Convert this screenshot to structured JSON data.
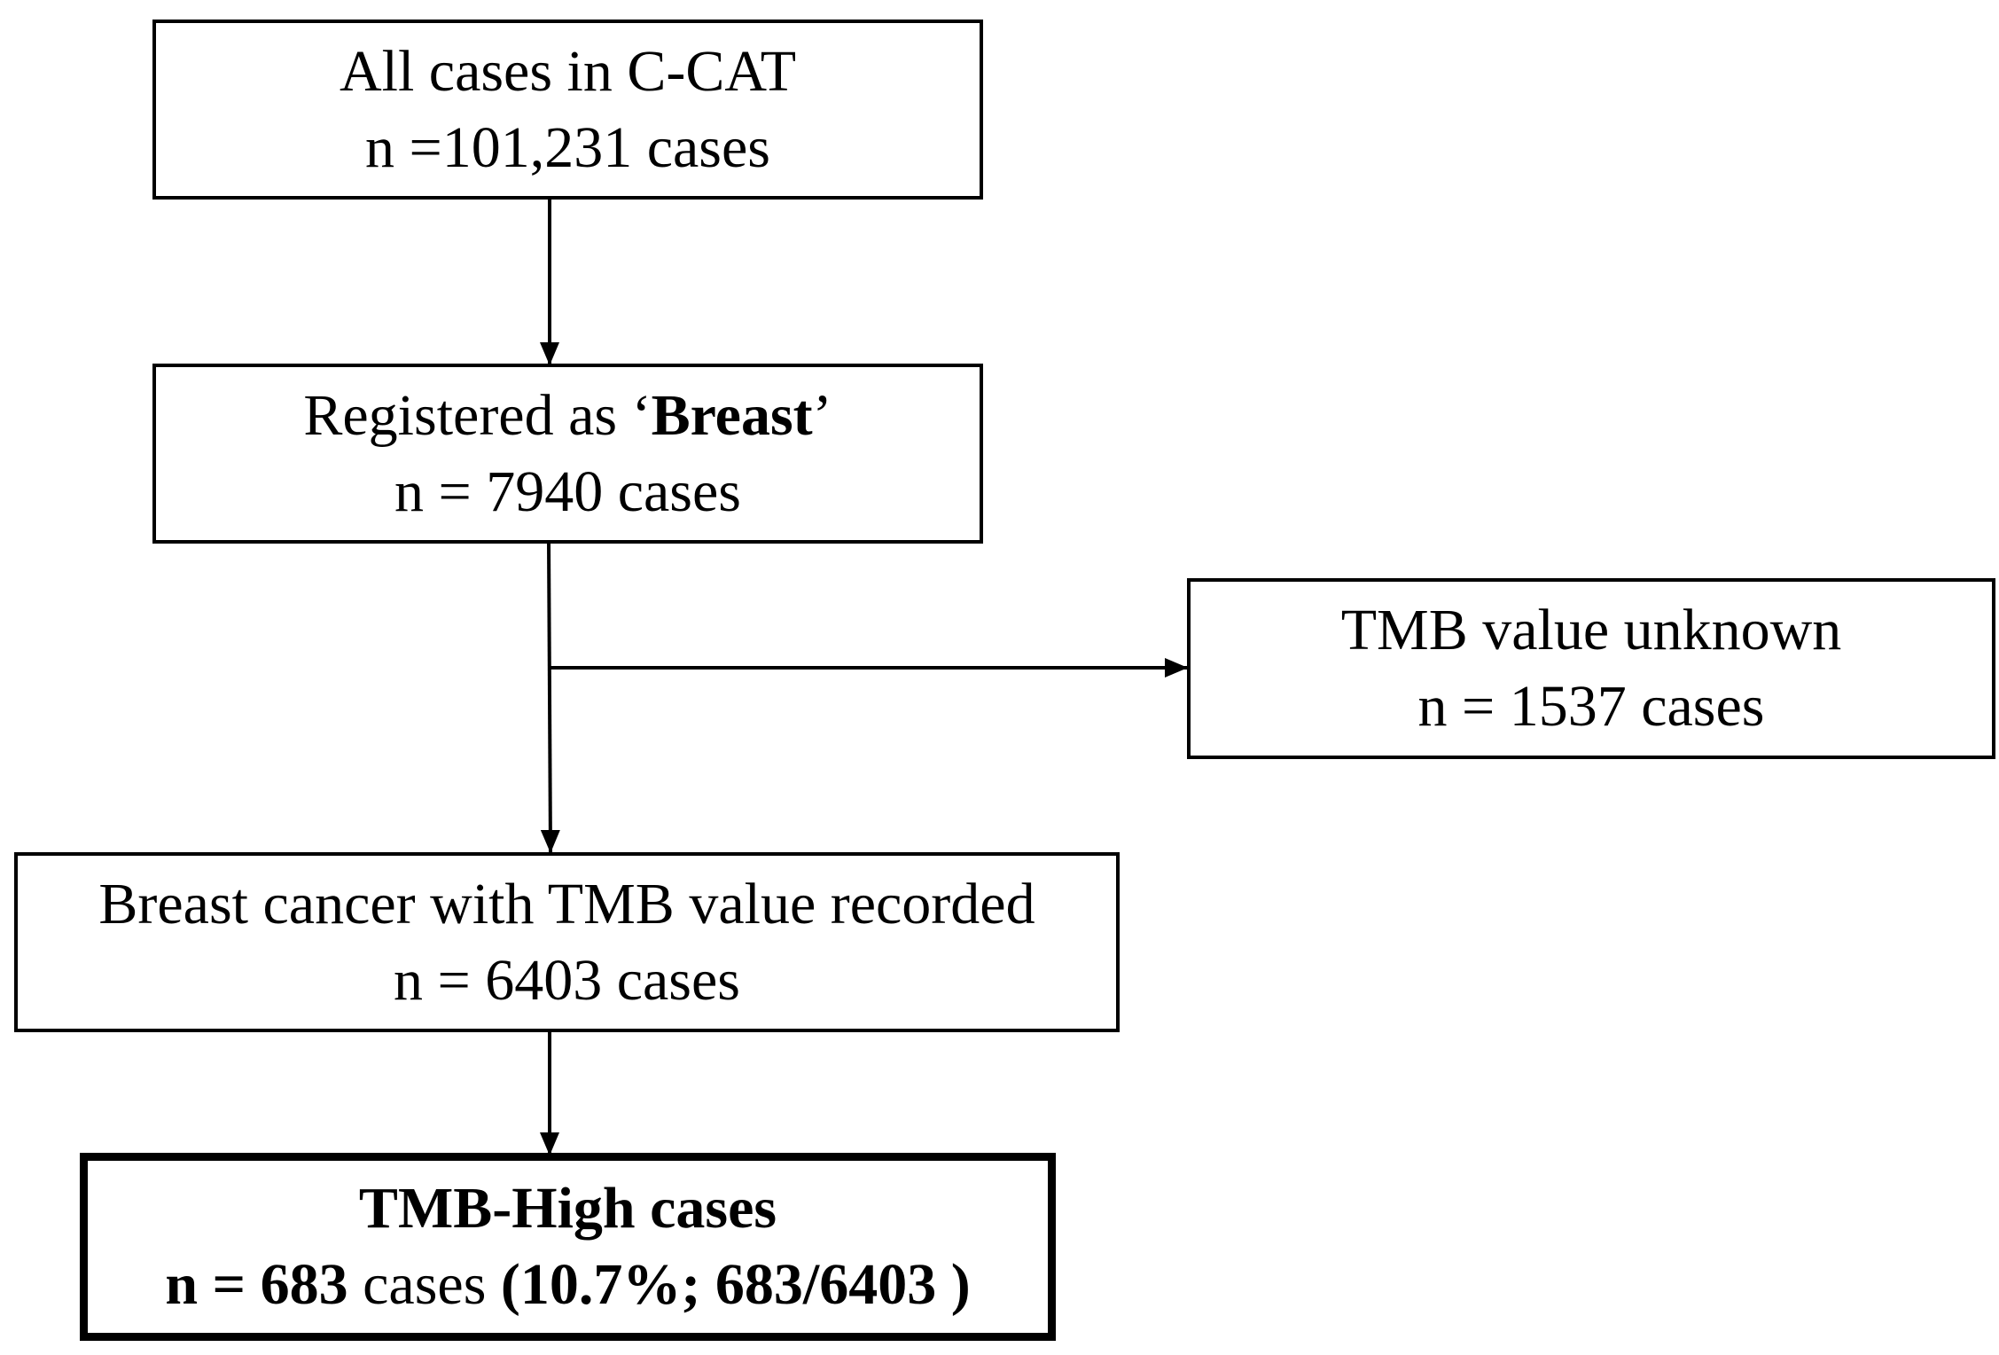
{
  "boxes": {
    "all_cases": {
      "line1": "All cases in C-CAT",
      "line2": "n =101,231 cases"
    },
    "registered_breast": {
      "prefix": "Registered as ‘",
      "bold_word": "Breast",
      "suffix": "’",
      "line2": "n = 7940 cases"
    },
    "tmb_unknown": {
      "line1": "TMB value unknown",
      "line2": "n = 1537 cases"
    },
    "tmb_recorded": {
      "line1": "Breast cancer with TMB value recorded",
      "line2": "n = 6403 cases"
    },
    "tmb_high": {
      "line1": "TMB-High cases",
      "n_label": "n = 683",
      "cases_word": " cases ",
      "detail": "(10.7%; 683/6403 )"
    }
  },
  "colors": {
    "stroke": "#000000",
    "background": "#ffffff"
  }
}
